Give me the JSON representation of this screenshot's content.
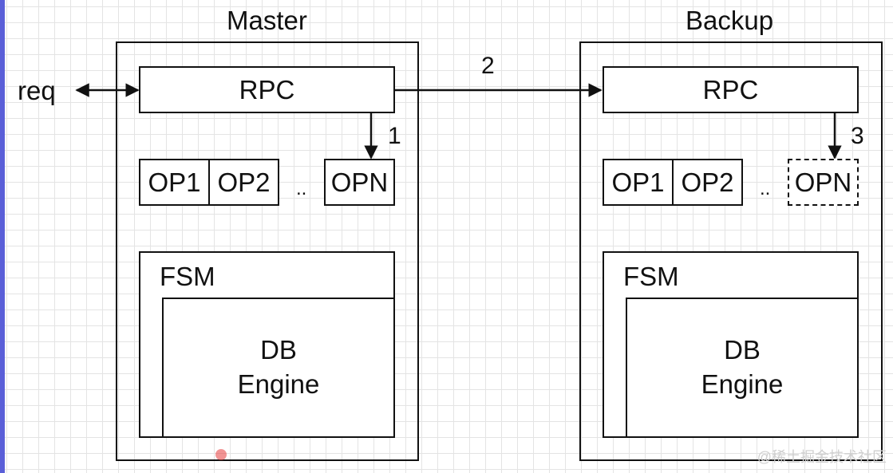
{
  "request_label": "req",
  "master": {
    "title": "Master",
    "rpc": "RPC",
    "ops": [
      "OP1",
      "OP2"
    ],
    "ellipsis": "..",
    "opn": "OPN",
    "fsm": "FSM",
    "db_line1": "DB",
    "db_line2": "Engine"
  },
  "backup": {
    "title": "Backup",
    "rpc": "RPC",
    "ops": [
      "OP1",
      "OP2"
    ],
    "ellipsis": "..",
    "opn": "OPN",
    "fsm": "FSM",
    "db_line1": "DB",
    "db_line2": "Engine"
  },
  "steps": {
    "one": "1",
    "two": "2",
    "three": "3"
  },
  "watermark": "@稀土掘金技术社区"
}
